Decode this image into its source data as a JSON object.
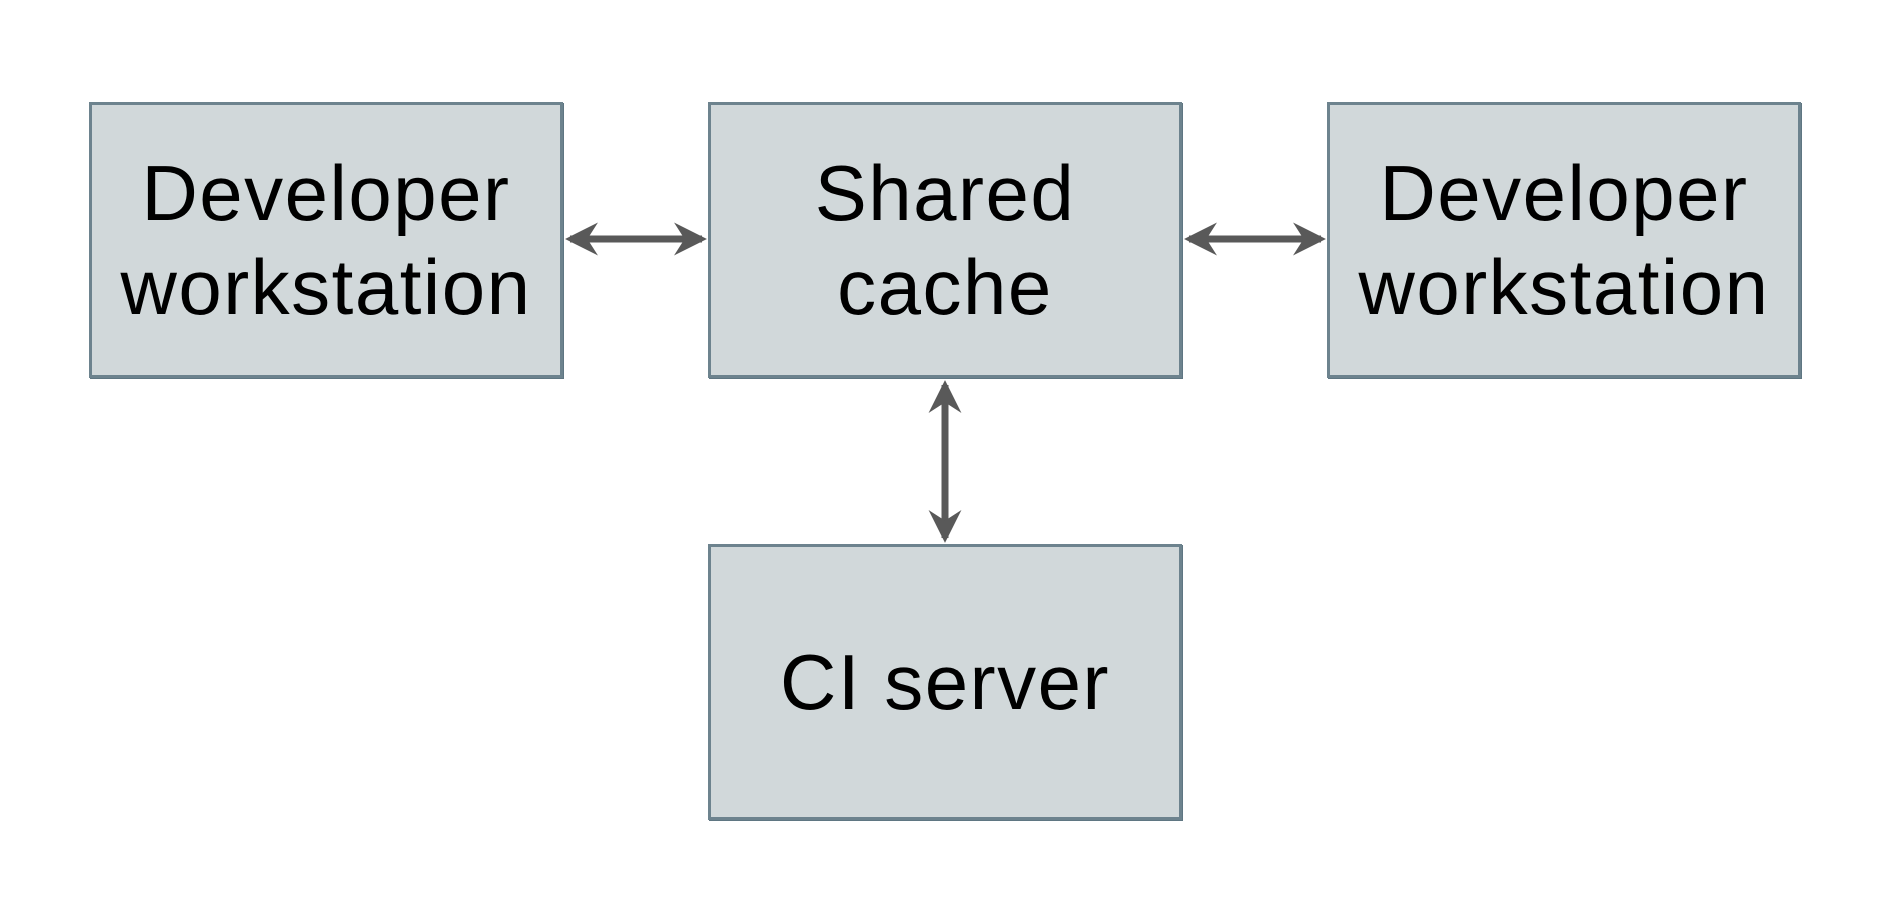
{
  "diagram": {
    "description": "Shared cache architecture diagram",
    "nodes": [
      {
        "name": "developer-workstation-left",
        "label": "Developer workstation",
        "lines": [
          "Developer",
          "workstation"
        ]
      },
      {
        "name": "shared-cache",
        "label": "Shared cache",
        "lines": [
          "Shared",
          "cache"
        ]
      },
      {
        "name": "developer-workstation-right",
        "label": "Developer workstation",
        "lines": [
          "Developer",
          "workstation"
        ]
      },
      {
        "name": "ci-server",
        "label": "CI server",
        "lines": [
          "CI server"
        ]
      }
    ],
    "edges": [
      {
        "from": "developer-workstation-left",
        "to": "shared-cache",
        "style": "double-headed-arrow",
        "orientation": "horizontal"
      },
      {
        "from": "shared-cache",
        "to": "developer-workstation-right",
        "style": "double-headed-arrow",
        "orientation": "horizontal"
      },
      {
        "from": "shared-cache",
        "to": "ci-server",
        "style": "double-headed-arrow",
        "orientation": "vertical"
      }
    ],
    "colors": {
      "background": "#ffffff",
      "node_fill": "#d1d8da",
      "node_border": "#6d838e",
      "arrow": "#595959",
      "text": "#000000"
    }
  }
}
